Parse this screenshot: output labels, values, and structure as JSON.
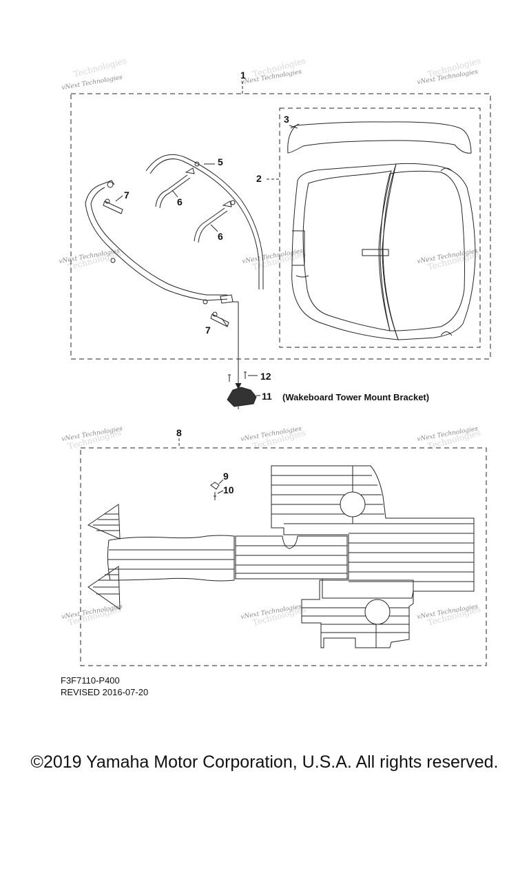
{
  "callouts": {
    "c1": "1",
    "c2": "2",
    "c3": "3",
    "c5": "5",
    "c6a": "6",
    "c6b": "6",
    "c7a": "7",
    "c7b": "7",
    "c8": "8",
    "c9": "9",
    "c10": "10",
    "c11": "11",
    "c12": "12"
  },
  "notes": {
    "bracket": "(Wakeboard Tower Mount Bracket)"
  },
  "watermark": {
    "line1": "vNext Technologies",
    "line2": "Technologies"
  },
  "footer": {
    "part_code": "F3F7110-P400",
    "revised": "REVISED 2016-07-20",
    "copyright": "©2019 Yamaha Motor Corporation, U.S.A. All rights reserved."
  }
}
